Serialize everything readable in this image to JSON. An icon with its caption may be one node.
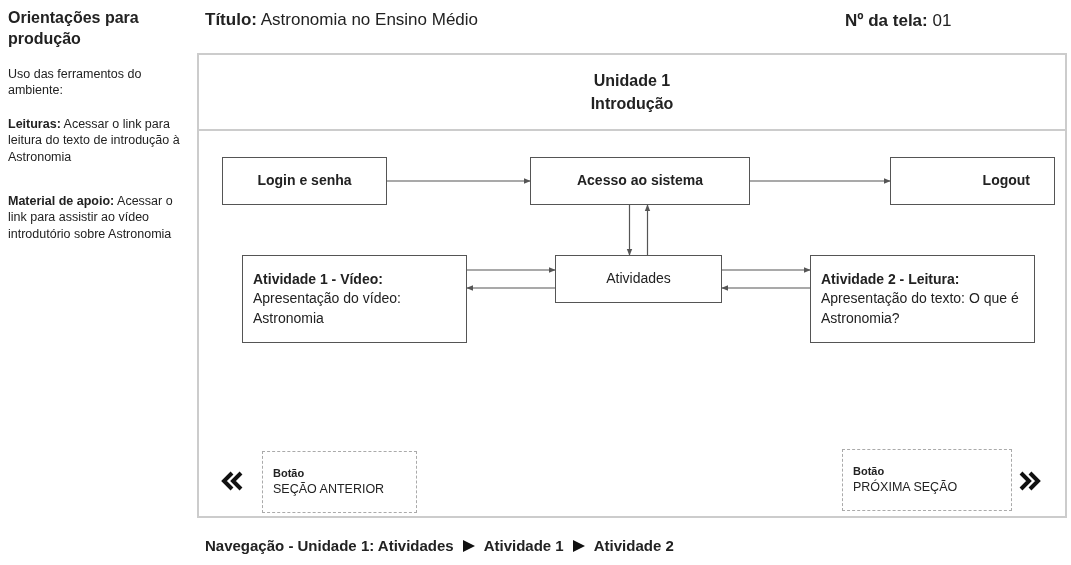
{
  "diagram": {
    "title": "**Título:** Astronomia no Ensino Médio",
    "nodes": [
      {
        "text": [
          "Unidade 1 Introdução"
        ]
      },
      {
        "text": [
          "Login e senha"
        ],
        "in": 0
      },
      {
        "text": [
          "Acesso ao sistema"
        ],
        "in": 0
      },
      {
        "text": [
          "Logout"
        ],
        "in": 0
      },
      {
        "text": [
          "Atividade 1 - Vídeo:",
          "Apresentação do vídeo: Astronomia"
        ],
        "in": 0
      },
      {
        "text": [
          "Atividades"
        ],
        "in": 0
      },
      {
        "text": [
          "Atividade 2 - Leitura:",
          "Apresentação do texto: O que é Astronomia?"
        ],
        "in": 0
      },
      {
        "text": [
          "Botão",
          "SEÇÃO ANTERIOR"
        ],
        "in": 0
      },
      {
        "text": [
          "Botão",
          "PRÓXIMA SEÇÃO"
        ],
        "in": 0
      }
    ],
    "edges": [
      {
        "from": 1,
        "to": 2,
        "arrow": "to"
      },
      {
        "from": 2,
        "to": 3,
        "arrow": "to"
      },
      {
        "from": 2,
        "to": 5,
        "arrow": "to"
      },
      {
        "from": 5,
        "to": 2,
        "arrow": "to"
      },
      {
        "from": 4,
        "to": 5,
        "arrow": "to"
      },
      {
        "from": 5,
        "to": 4,
        "arrow": "to"
      },
      {
        "from": 5,
        "to": 6,
        "arrow": "to"
      },
      {
        "from": 6,
        "to": 5,
        "arrow": "to"
      }
    ],
    "labels": [
      "Orientações para produção",
      "Uso das ferramentos do ambiente:",
      "**Leituras:** Acessar o link para leitura do texto de introdução à Astronomia",
      "**Material de apoio:** Acessar o link para assistir ao vídeo introdutório sobre Astronomia",
      "**Nº da tela:** 01",
      "Navegação - Unidade 1: Atividades",
      "Atividade 1",
      "Atividade 2"
    ]
  }
}
